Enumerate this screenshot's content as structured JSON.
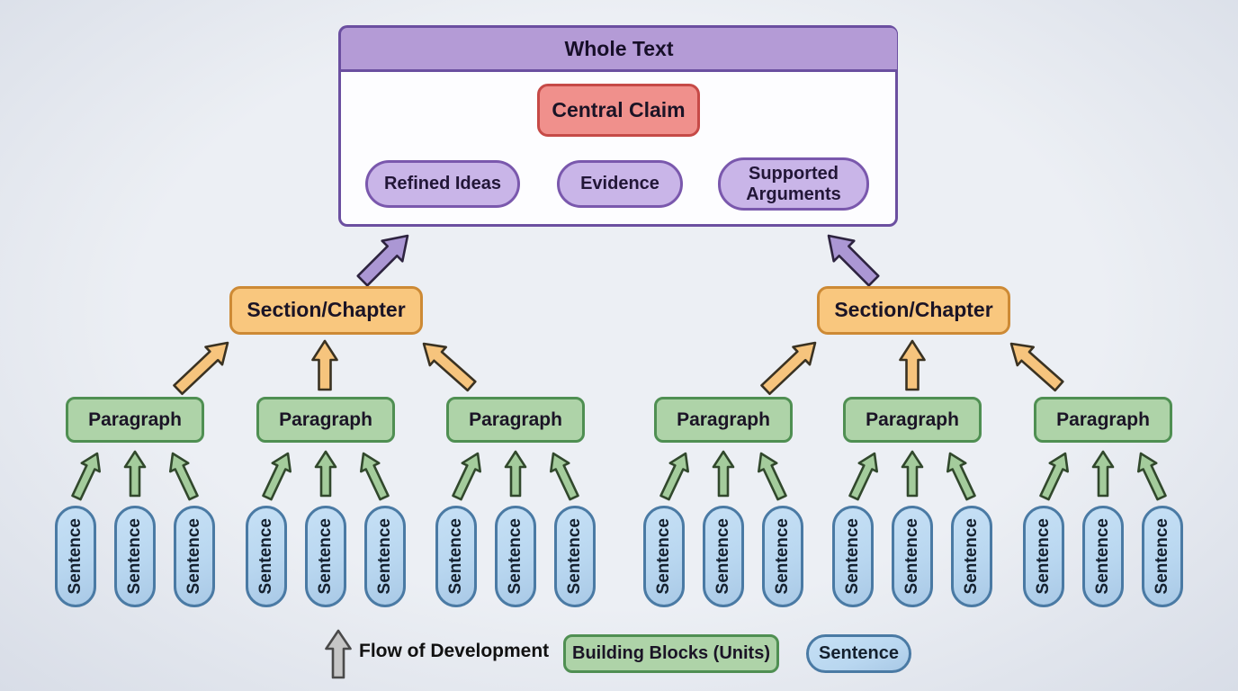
{
  "whole_text": {
    "title": "Whole Text",
    "central_claim": "Central Claim",
    "components": [
      {
        "label": "Refined Ideas"
      },
      {
        "label": "Evidence"
      },
      {
        "label": "Supported Arguments"
      }
    ]
  },
  "sections": [
    {
      "label": "Section/Chapter"
    },
    {
      "label": "Section/Chapter"
    }
  ],
  "paragraphs": [
    {
      "label": "Paragraph"
    },
    {
      "label": "Paragraph"
    },
    {
      "label": "Paragraph"
    },
    {
      "label": "Paragraph"
    },
    {
      "label": "Paragraph"
    },
    {
      "label": "Paragraph"
    }
  ],
  "sentence_label": "Sentence",
  "legend": {
    "flow_label": "Flow of Development",
    "blocks_label": "Building Blocks (Units)",
    "sentence_label": "Sentence"
  },
  "colors": {
    "background": "#e9ecf2",
    "purple_fill": "#b49bd6",
    "purple_border": "#6b4fa0",
    "pill_purple_fill": "#c9b5e8",
    "pill_purple_border": "#7a58ad",
    "claim_fill": "#f0908c",
    "claim_border": "#c64a47",
    "orange_fill": "#f9c77e",
    "orange_border": "#cd8a35",
    "green_fill": "#aed3a8",
    "green_border": "#4f8f52",
    "blue_fill": "#b9d7f0",
    "blue_border": "#4a7aa4",
    "purple_arrow": "#ab97d4",
    "orange_arrow": "#f6c47d",
    "green_arrow": "#a4cc9c",
    "gray_arrow": "#c6c6c6",
    "connector": "#5b478a"
  }
}
